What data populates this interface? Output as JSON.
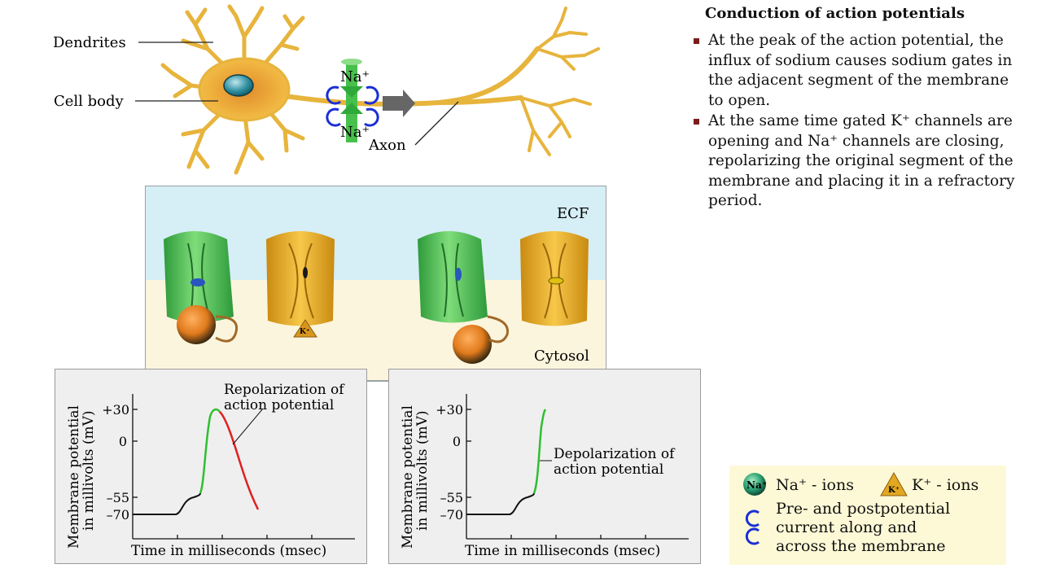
{
  "title": "Conduction of action potentials",
  "bullets": [
    "At the peak of the action potential, the influx of sodium causes sodium gates in the adjacent segment of the membrane to open.",
    "At the same time gated K⁺ channels are opening and Na⁺ channels are closing, repolarizing the original segment of the membrane and placing it in a refractory period."
  ],
  "neuron": {
    "dendrites_label": "Dendrites",
    "cell_body_label": "Cell body",
    "axon_label": "Axon",
    "na_top": "Na⁺",
    "na_bottom": "Na⁺"
  },
  "channels": {
    "ecf_label": "ECF",
    "cytosol_label": "Cytosol",
    "k_ion": "K⁺"
  },
  "graph_left": {
    "ylabel_line1": "Membrane potential",
    "ylabel_line2": "in millivolts (mV)",
    "xlabel": "Time in milliseconds (msec)",
    "ticks": [
      "+30",
      "0",
      "–55",
      "–70"
    ],
    "annotation_line1": "Repolarization of",
    "annotation_line2": "action potential"
  },
  "graph_right": {
    "ylabel_line1": "Membrane potential",
    "ylabel_line2": "in millivolts (mV)",
    "xlabel": "Time in milliseconds (msec)",
    "ticks": [
      "+30",
      "0",
      "–55",
      "–70"
    ],
    "annotation_line1": "Depolarization of",
    "annotation_line2": "action potential"
  },
  "legend": {
    "na_badge": "Na⁺",
    "na_text": "Na⁺ - ions",
    "k_badge": "K⁺",
    "k_text": "K⁺ - ions",
    "current_line1": "Pre- and postpotential",
    "current_line2": "current along and",
    "current_line3": "across the membrane"
  },
  "colors": {
    "na_channel": "#3fb24a",
    "k_channel": "#e2a822",
    "neuron": "#f2c14e",
    "depolarization": "#2fbf2f",
    "repolarization": "#e02020",
    "current_arrows": "#1a2fd6",
    "bullet": "#7a1c1c"
  }
}
